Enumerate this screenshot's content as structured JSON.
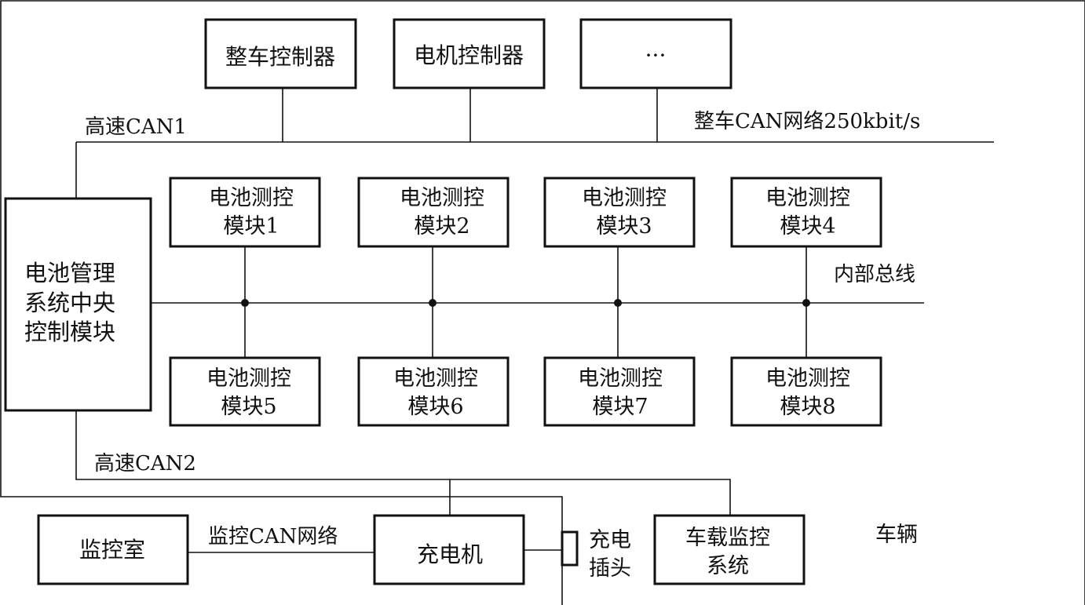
{
  "top": {
    "vcu": "整车控制器",
    "motor": "电机控制器",
    "more": "···"
  },
  "labels": {
    "can1": "高速CAN1",
    "vehicle_can": "整车CAN网络250kbit/s",
    "internal_bus": "内部总线",
    "can2": "高速CAN2",
    "monitor_can": "监控CAN网络",
    "vehicle": "车辆"
  },
  "bms_central": [
    "电池管理",
    "系统中央",
    "控制模块"
  ],
  "modules": [
    {
      "line1": "电池测控",
      "line2": "模块1"
    },
    {
      "line1": "电池测控",
      "line2": "模块2"
    },
    {
      "line1": "电池测控",
      "line2": "模块3"
    },
    {
      "line1": "电池测控",
      "line2": "模块4"
    },
    {
      "line1": "电池测控",
      "line2": "模块5"
    },
    {
      "line1": "电池测控",
      "line2": "模块6"
    },
    {
      "line1": "电池测控",
      "line2": "模块7"
    },
    {
      "line1": "电池测控",
      "line2": "模块8"
    }
  ],
  "bottom": {
    "monitor_room": "监控室",
    "charger": "充电机",
    "plug": [
      "充电",
      "插头"
    ],
    "onboard_monitor": [
      "车载监控",
      "系统"
    ]
  }
}
